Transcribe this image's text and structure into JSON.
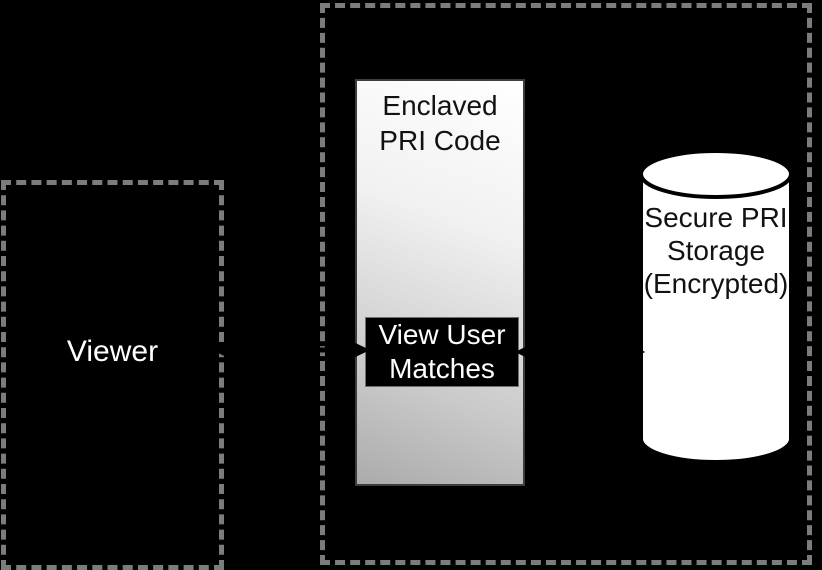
{
  "figure": {
    "type": "security-architecture-diagram",
    "background_color": "#000000",
    "dashed_border_color": "#7c7c7c",
    "viewer_box": {
      "label": "Viewer",
      "text_color": "#ffffff"
    },
    "enclave_region": {
      "pri_code_box": {
        "label": "Enclaved PRI Code",
        "text_color": "#121212",
        "gradient_top": "#ffffff",
        "gradient_bottom": "#ababab"
      },
      "view_matches_box": {
        "label": "View User Matches",
        "text_color": "#ffffff",
        "fill": "#000000"
      },
      "storage_cylinder": {
        "label": "Secure PRI Storage (Encrypted)",
        "text_color": "#121212",
        "fill": "#ffffff",
        "outline": "#000000"
      }
    },
    "connectors": [
      {
        "name": "viewer-to-view-matches",
        "style": "double-headed-arrow",
        "color": "#000000"
      },
      {
        "name": "view-matches-to-storage",
        "style": "double-headed-arrow",
        "color": "#000000"
      }
    ]
  }
}
